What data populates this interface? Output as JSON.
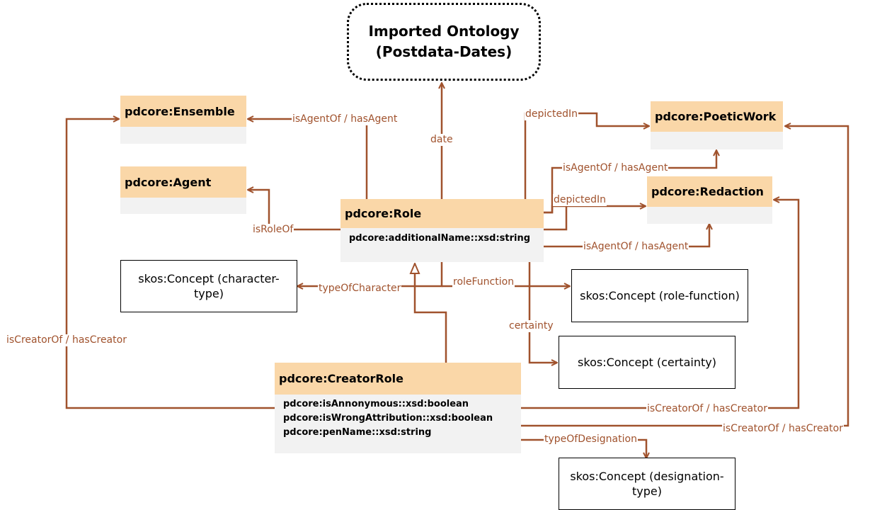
{
  "ontology": {
    "line1": "Imported Ontology",
    "line2": "(Postdata-Dates)"
  },
  "classes": {
    "ensemble": "pdcore:Ensemble",
    "agent": "pdcore:Agent",
    "role": "pdcore:Role",
    "role_attr": "pdcore:additionalName::xsd:string",
    "poetic_work": "pdcore:PoeticWork",
    "redaction": "pdcore:Redaction",
    "creator_role": "pdcore:CreatorRole",
    "creator_attrs": [
      "pdcore:isAnnonymous::xsd:boolean",
      "pdcore:isWrongAttribution::xsd:boolean",
      "pdcore:penName::xsd:string"
    ]
  },
  "concepts": {
    "character_type": "skos:Concept (character-type)",
    "role_function": "skos:Concept (role-function)",
    "certainty": "skos:Concept (certainty)",
    "designation_type": "skos:Concept (designation-type)"
  },
  "edges": {
    "role_ensemble": "isAgentOf / hasAgent",
    "role_date": "date",
    "role_work_depicted": "depictedIn",
    "role_work_agent": "isAgentOf / hasAgent",
    "role_redaction_depicted": "depictedIn",
    "role_redaction_agent": "isAgentOf / hasAgent",
    "role_agent": "isRoleOf",
    "role_character": "typeOfCharacter",
    "role_function": "roleFunction",
    "role_certainty": "certainty",
    "creator_ensemble": "isCreatorOf / hasCreator",
    "creator_redaction": "isCreatorOf / hasCreator",
    "creator_work": "isCreatorOf / hasCreator",
    "creator_designation": "typeOfDesignation"
  },
  "colors": {
    "edge": "#a0522d",
    "class_header": "#fad7a8",
    "class_body": "#f2f2f2"
  }
}
